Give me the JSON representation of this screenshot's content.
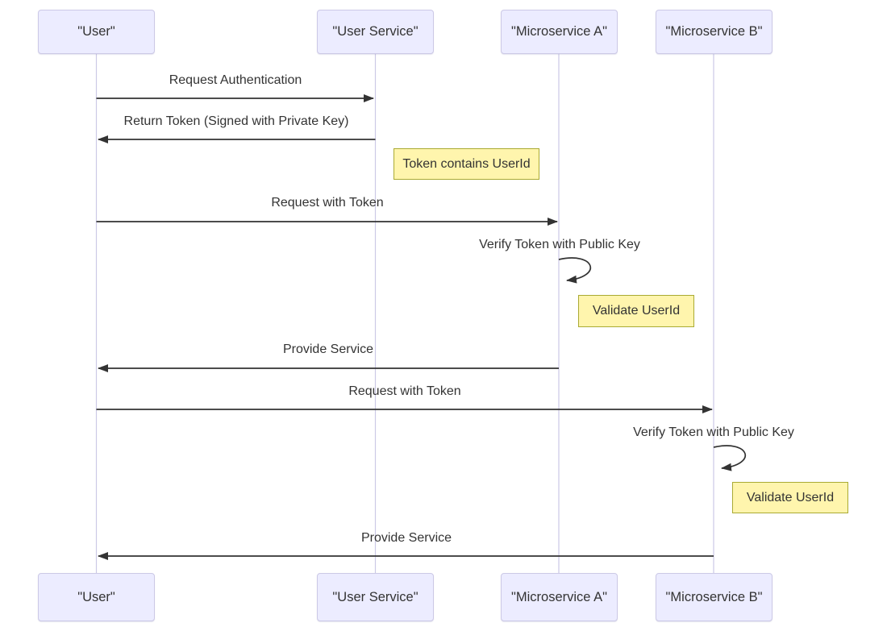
{
  "diagram_type": "sequence-diagram",
  "actors": [
    {
      "label": "\"User\""
    },
    {
      "label": "\"User Service\""
    },
    {
      "label": "\"Microservice A\""
    },
    {
      "label": "\"Microservice B\""
    }
  ],
  "messages": [
    {
      "from": "User",
      "to": "User Service",
      "direction": "right",
      "label": "Request Authentication"
    },
    {
      "from": "User Service",
      "to": "User",
      "direction": "left",
      "label": "Return Token (Signed with Private Key)"
    },
    {
      "from": "User",
      "to": "Microservice A",
      "direction": "right",
      "label": "Request with Token"
    },
    {
      "from": "Microservice A",
      "to": "Microservice A",
      "direction": "self",
      "label": "Verify Token with Public Key"
    },
    {
      "from": "Microservice A",
      "to": "User",
      "direction": "left",
      "label": "Provide Service"
    },
    {
      "from": "User",
      "to": "Microservice B",
      "direction": "right",
      "label": "Request with Token"
    },
    {
      "from": "Microservice B",
      "to": "Microservice B",
      "direction": "self",
      "label": "Verify Token with Public Key"
    },
    {
      "from": "Microservice B",
      "to": "User",
      "direction": "left",
      "label": "Provide Service"
    }
  ],
  "notes": [
    {
      "position": "right of User Service",
      "label": "Token contains UserId"
    },
    {
      "position": "right of Microservice A",
      "label": "Validate UserId"
    },
    {
      "position": "right of Microservice B",
      "label": "Validate UserId"
    }
  ],
  "colors": {
    "background": "#FFFFFF",
    "actor_fill": "#ECECFF",
    "actor_border": "#CCC9E6",
    "lifeline": "#CCC9E6",
    "note_fill": "#FFF5AD",
    "note_border": "#AAAA33",
    "message_line": "#333333",
    "text": "#333333"
  }
}
